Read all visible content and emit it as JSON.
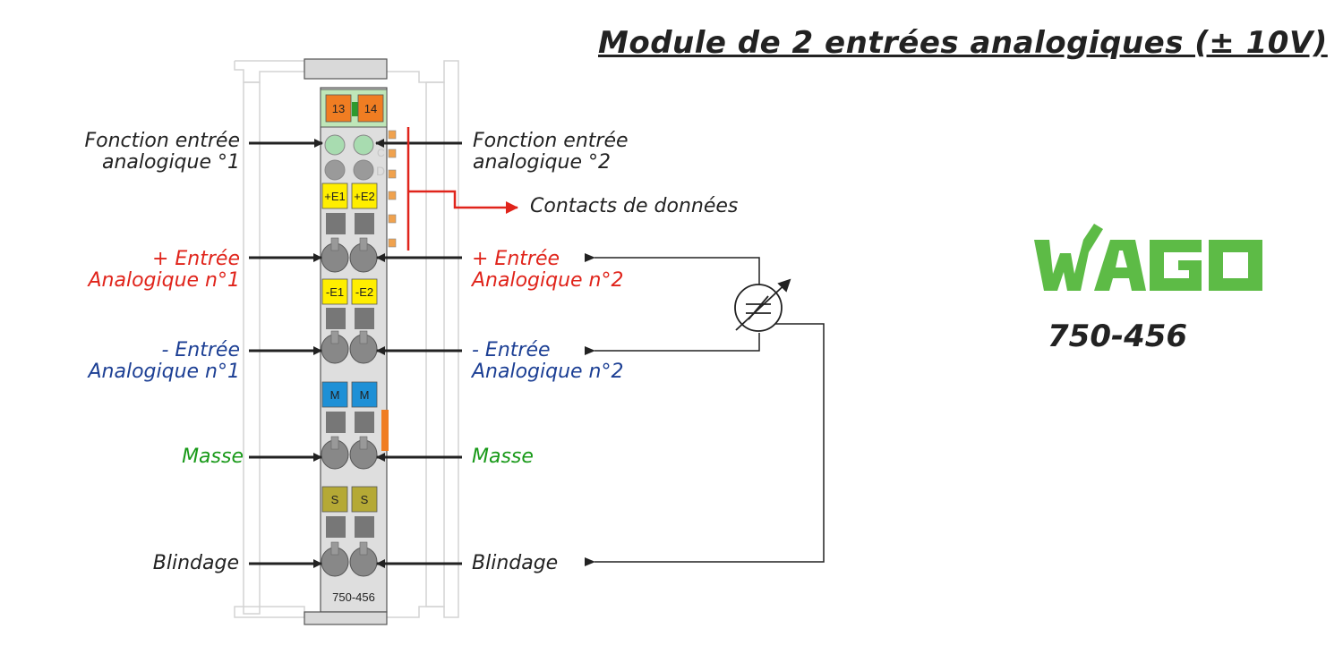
{
  "title": "Module de 2 entrées analogiques (± 10V)",
  "brand": {
    "logo_text": "WAGO",
    "model_number": "750-456",
    "logo_color": "#5dbb46"
  },
  "module": {
    "label": "750-456",
    "top_terminals": [
      "13",
      "14"
    ],
    "slot_pairs": [
      {
        "left": "+E1",
        "right": "+E2",
        "color": "#ffee00"
      },
      {
        "left": "-E1",
        "right": "-E2",
        "color": "#ffee00"
      },
      {
        "left": "M",
        "right": "M",
        "color": "#1e90d6"
      },
      {
        "left": "S",
        "right": "S",
        "color": "#b5a935"
      }
    ],
    "led_letters": [
      "C",
      "D"
    ]
  },
  "labels": {
    "fonction_1": [
      "Fonction entrée",
      "analogique °1"
    ],
    "fonction_2": [
      "Fonction entrée",
      "analogique °2"
    ],
    "contacts": "Contacts de données",
    "plus_1": [
      "+ Entrée",
      "Analogique n°1"
    ],
    "plus_2": [
      "+ Entrée",
      "Analogique n°2"
    ],
    "minus_1": [
      "- Entrée",
      "Analogique n°1"
    ],
    "minus_2": [
      "- Entrée",
      "Analogique n°2"
    ],
    "masse_1": "Masse",
    "masse_2": "Masse",
    "blindage_1": "Blindage",
    "blindage_2": "Blindage"
  },
  "colors": {
    "plus": "#e0241b",
    "minus": "#1c3f94",
    "masse": "#1a9a1a",
    "contacts_arrow": "#e0241b"
  }
}
